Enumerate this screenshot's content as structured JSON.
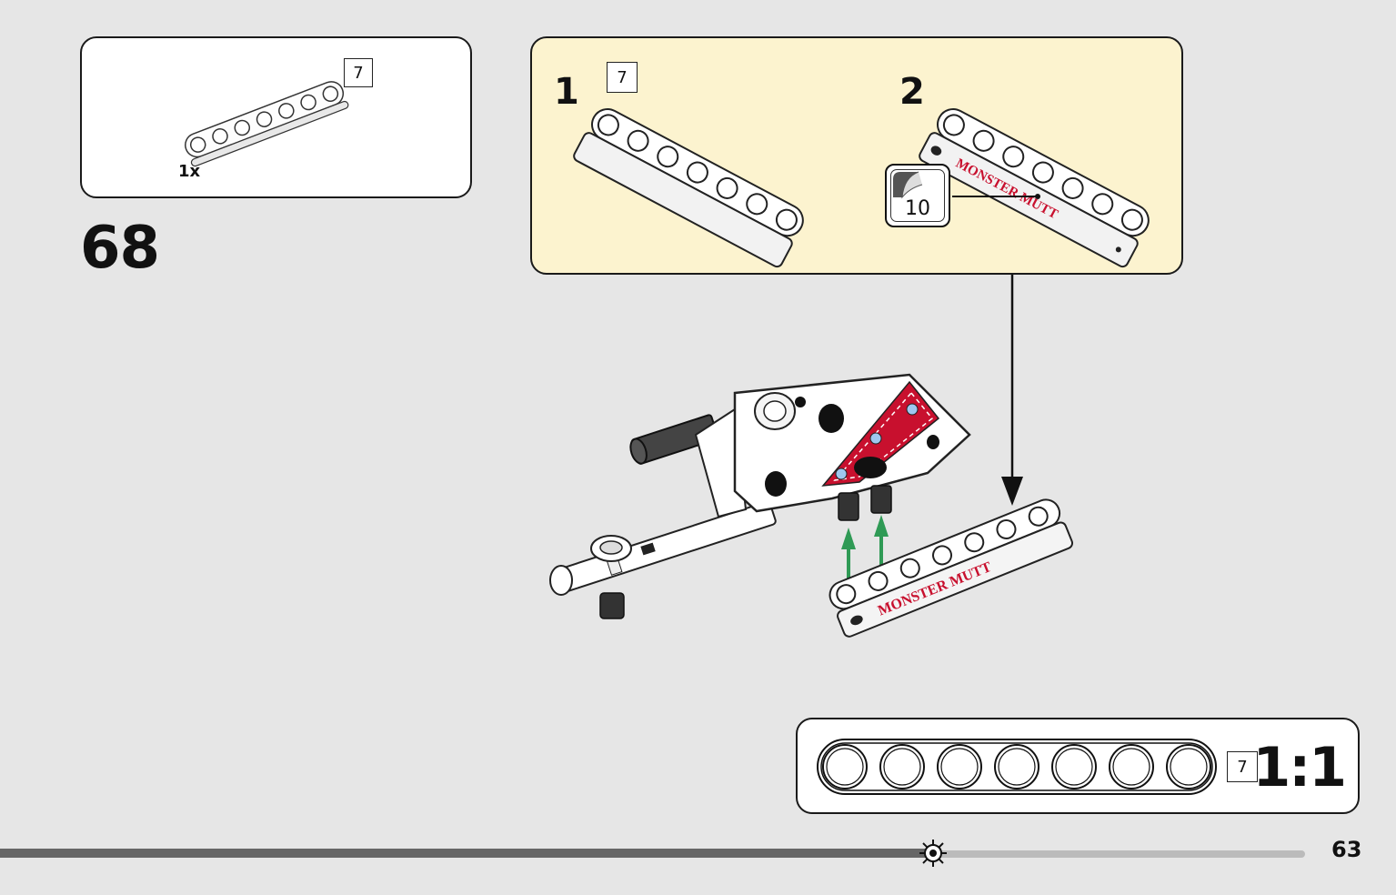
{
  "step": {
    "number": "68"
  },
  "parts_list": {
    "items": [
      {
        "part": "beam-7",
        "quantity": "1x",
        "length": "7",
        "color": "#ffffff"
      }
    ]
  },
  "sub_assembly": {
    "substeps": [
      {
        "number": "1",
        "length_badge": "7"
      },
      {
        "number": "2",
        "sticker_number": "10"
      }
    ],
    "background": "#fcf3cf"
  },
  "decal": {
    "text": "MONSTER MUTT",
    "accent": "#c8102e"
  },
  "scale_guide": {
    "length": "7",
    "scale": "1:1",
    "holes": 7
  },
  "page": {
    "number": "63",
    "progress": 0.715
  },
  "colors": {
    "assembly_arrow": "#2f9a55",
    "progress_dark": "#666666",
    "progress_light": "#bbbbbb"
  }
}
